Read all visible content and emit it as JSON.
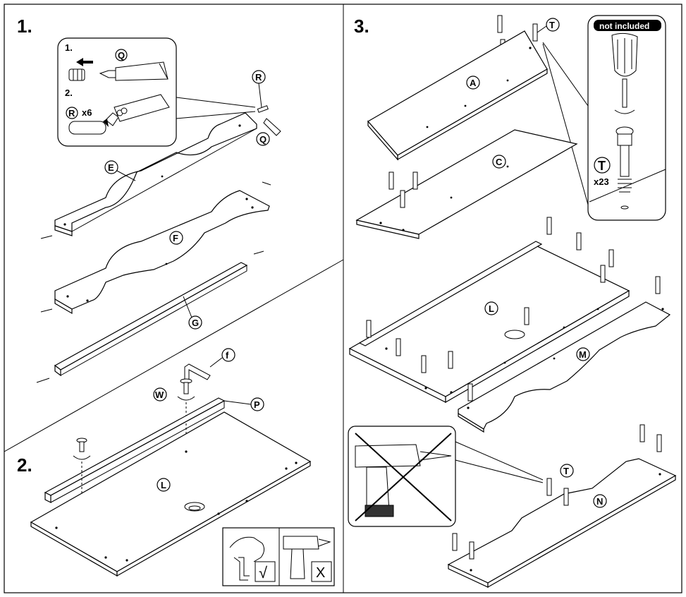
{
  "steps": {
    "step1": {
      "number": "1."
    },
    "step2": {
      "number": "2."
    },
    "step3": {
      "number": "3."
    }
  },
  "inset_step1": {
    "substep1": "1.",
    "substep2": "2.",
    "part_q": "Q",
    "part_r": "R",
    "quantity_r": "x6"
  },
  "parts": {
    "r": "R",
    "q": "Q",
    "e": "E",
    "f_panel": "F",
    "g": "G",
    "f_tool": "f",
    "w": "W",
    "p": "P",
    "l_step2": "L",
    "t_top": "T",
    "a": "A",
    "c": "C",
    "l_step3": "L",
    "m": "M",
    "t_bottom": "T",
    "n": "N"
  },
  "inset_step3": {
    "badge": "not included",
    "part_t": "T",
    "quantity_t": "x23"
  },
  "tool_legend": {
    "ok_mark": "√",
    "no_mark": "X"
  },
  "colors": {
    "ink": "#000000",
    "paper": "#ffffff",
    "badge_bg": "#000000",
    "badge_text": "#ffffff"
  }
}
